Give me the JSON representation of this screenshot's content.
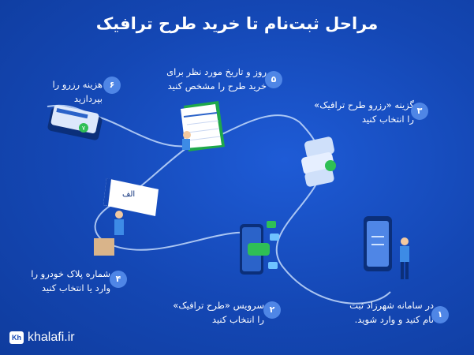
{
  "title": "مراحل ثبت‌نام تا خرید طرح ترافیک",
  "steps": [
    {
      "number": "۱",
      "line1": "در سامانه شهرزاد ثبت",
      "line2": "نام کنید و وارد شوید."
    },
    {
      "number": "۲",
      "line1": "سرویس «طرح ترافیک»",
      "line2": "را انتخاب کنید"
    },
    {
      "number": "۳",
      "line1": "گزینه «رزرو طرح ترافیک»",
      "line2": "را انتخاب کنید"
    },
    {
      "number": "۴",
      "line1": "شماره پلاک خودرو را",
      "line2": "وارد یا انتخاب کنید"
    },
    {
      "number": "۵",
      "line1": "روز و تاریخ مورد نظر برای",
      "line2": "خرید طرح را مشخص کنید"
    },
    {
      "number": "۶",
      "line1": "هزینه رزرو را بپردازید",
      "line2": ""
    }
  ],
  "illustrations": {
    "plate_text": "الف",
    "card_digit": "۷"
  },
  "brand": {
    "mark": "Kh",
    "name": "khalafi.ir"
  },
  "colors": {
    "background": "#1447b4",
    "badge": "#4f86e6",
    "path": "#cfe3ff",
    "accent_green": "#2fbf55"
  }
}
